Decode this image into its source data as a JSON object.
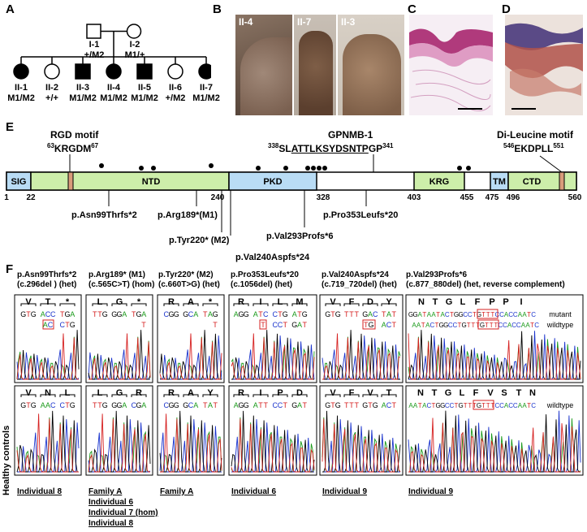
{
  "panels": {
    "A": "A",
    "B": "B",
    "C": "C",
    "D": "D",
    "E": "E",
    "F": "F"
  },
  "pedigree": {
    "I1": {
      "label": "I-1",
      "genotype": "+/M2"
    },
    "I2": {
      "label": "I-2",
      "genotype": "M1/+"
    },
    "children": [
      {
        "label": "II-1",
        "genotype": "M1/M2",
        "sex": "female",
        "affected": true
      },
      {
        "label": "II-2",
        "genotype": "+/+",
        "sex": "female",
        "affected": false
      },
      {
        "label": "II-3",
        "genotype": "M1/M2",
        "sex": "male",
        "affected": true
      },
      {
        "label": "II-4",
        "genotype": "M1/M2",
        "sex": "female",
        "affected": true
      },
      {
        "label": "II-5",
        "genotype": "M1/M2",
        "sex": "male",
        "affected": true
      },
      {
        "label": "II-6",
        "genotype": "+/M2",
        "sex": "female",
        "affected": false
      },
      {
        "label": "II-7",
        "genotype": "M1/M2",
        "sex": "female",
        "affected": true
      }
    ]
  },
  "photos": [
    "II-4",
    "II-7",
    "II-3"
  ],
  "protein": {
    "rgd_title": "RGD motif",
    "rgd_seq": {
      "start": "63",
      "seq": "KRGDM",
      "end": "67"
    },
    "gpnmb_title": "GPNMB-1",
    "gpnmb_seq": {
      "start": "338",
      "pre": "SL",
      "underlined": "ATTLKSYDSNTP",
      "post": "GP",
      "end": "341"
    },
    "dileu_title": "Di-Leucine motif",
    "dileu_seq": {
      "start": "546",
      "seq": "EKDPLL",
      "end": "551"
    },
    "domains": {
      "sig": "SIG",
      "ntd": "NTD",
      "pkd": "PKD",
      "krg": "KRG",
      "tm": "TM",
      "ctd": "CTD"
    },
    "positions": [
      "1",
      "22",
      "240",
      "328",
      "403",
      "455",
      "475",
      "496",
      "560"
    ],
    "mutations": [
      "p.Asn99Thrfs*2",
      "p.Arg189*(M1)",
      "p.Tyr220* (M2)",
      "p.Val240Aspfs*24",
      "p.Val293Profs*6",
      "p.Pro353Leufs*20"
    ]
  },
  "sanger": {
    "side_label": "Healthy controls",
    "columns": [
      {
        "title": "p.Asn99Thrfs*2",
        "sub": "(c.296del ) (het)",
        "mut_aa": [
          "V",
          "T",
          "*"
        ],
        "mut_codons": [
          "GTG",
          "ACC",
          "TGA"
        ],
        "mut_extra": [
          "AC",
          "CTG"
        ],
        "wt_aa": [
          "V",
          "N",
          "L"
        ],
        "wt_codons": [
          "GTG",
          "AAC",
          "CTG"
        ],
        "individuals": [
          "Individual 8"
        ]
      },
      {
        "title": "p.Arg189* (M1)",
        "sub": "(c.565C>T) (hom)",
        "mut_aa": [
          "L",
          "G",
          "*"
        ],
        "mut_codons": [
          "TTG",
          "GGA",
          "TGA"
        ],
        "mut_extra": [
          "T"
        ],
        "wt_aa": [
          "L",
          "G",
          "R"
        ],
        "wt_codons": [
          "TTG",
          "GGA",
          "CGA"
        ],
        "individuals": [
          "Family A",
          "Individual 6",
          "Individual 7 (hom)",
          "Individual 8"
        ]
      },
      {
        "title": "p.Tyr220* (M2)",
        "sub": "(c.660T>G) (het)",
        "mut_aa": [
          "R",
          "A",
          "*"
        ],
        "mut_codons": [
          "CGG",
          "GCA",
          "TAG"
        ],
        "mut_extra": [
          "T"
        ],
        "wt_aa": [
          "R",
          "A",
          "Y"
        ],
        "wt_codons": [
          "CGG",
          "GCA",
          "TAT"
        ],
        "individuals": [
          "Family A"
        ]
      },
      {
        "title": "p.Pro353Leufs*20",
        "sub": "(c.1056del) (het)",
        "mut_aa": [
          "R",
          "I",
          "L",
          "M"
        ],
        "mut_codons": [
          "AGG",
          "ATC",
          "CTG",
          "ATG"
        ],
        "mut_extra": [
          "T",
          "CCT",
          "GAT"
        ],
        "wt_aa": [
          "R",
          "I",
          "P",
          "D"
        ],
        "wt_codons": [
          "AGG",
          "ATT",
          "CCT",
          "GAT"
        ],
        "individuals": [
          "Individual 6"
        ]
      },
      {
        "title": "p.Val240Aspfs*24",
        "sub": "(c.719_720del) (het)",
        "mut_aa": [
          "V",
          "F",
          "D",
          "Y"
        ],
        "mut_codons": [
          "GTG",
          "TTT",
          "GAC",
          "TAT"
        ],
        "mut_extra": [
          "TG",
          "ACT"
        ],
        "wt_aa": [
          "V",
          "F",
          "V",
          "T"
        ],
        "wt_codons": [
          "GTG",
          "TTT",
          "GTG",
          "ACT"
        ],
        "individuals": [
          "Individual 9"
        ]
      },
      {
        "title": "p.Val293Profs*6",
        "sub": "(c.877_880del) (het, reverse complement)",
        "mut_aa": [
          "N",
          "T",
          "G",
          "L",
          "F",
          "P",
          "P",
          "I"
        ],
        "mut_seq": "GGATAATACTGGCCTGTTTCCACCAATC",
        "mut_seq2": "AATACTGGCCTGTTTGTTTCCACCAATC",
        "wt_aa": [
          "N",
          "T",
          "G",
          "L",
          "F",
          "V",
          "S",
          "T",
          "N"
        ],
        "wt_seq": "AATACTGGCCTGTTTGTTTCCACCAATC",
        "mutant_label": "mutant",
        "wildtype_label": "wildtype",
        "individuals": [
          "Individual 9"
        ]
      }
    ]
  },
  "colors": {
    "green": "#cdeeaa",
    "blue": "#b9dcf5",
    "motif": "#d99b7a",
    "red": "#d62020",
    "A": "#1a9a1a",
    "C": "#1a33cc",
    "G": "#000000",
    "T": "#d62020"
  }
}
